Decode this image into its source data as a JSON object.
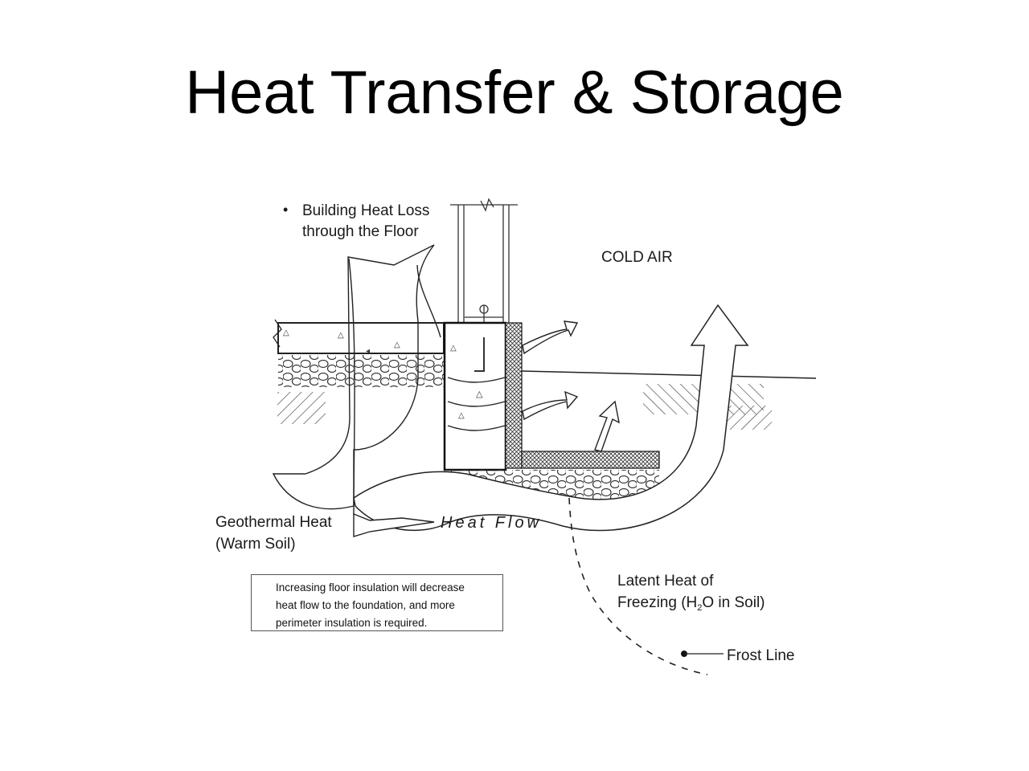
{
  "slide": {
    "title": "Heat Transfer & Storage"
  },
  "labels": {
    "bullet": "•",
    "building_heat_loss_line1": "Building Heat Loss",
    "building_heat_loss_line2": "through the Floor",
    "cold_air": "COLD AIR",
    "geothermal_line1": "Geothermal Heat",
    "geothermal_line2": "(Warm Soil)",
    "heat_flow": "Heat Flow",
    "latent_line1": "Latent Heat of",
    "latent_line2_a": "Freezing (H",
    "latent_line2_sub": "2",
    "latent_line2_b": "O in Soil)",
    "frost_line": "Frost Line"
  },
  "note": {
    "line1": "Increasing floor insulation will decrease",
    "line2": "heat flow to the foundation, and more",
    "line3": "perimeter insulation is required."
  }
}
